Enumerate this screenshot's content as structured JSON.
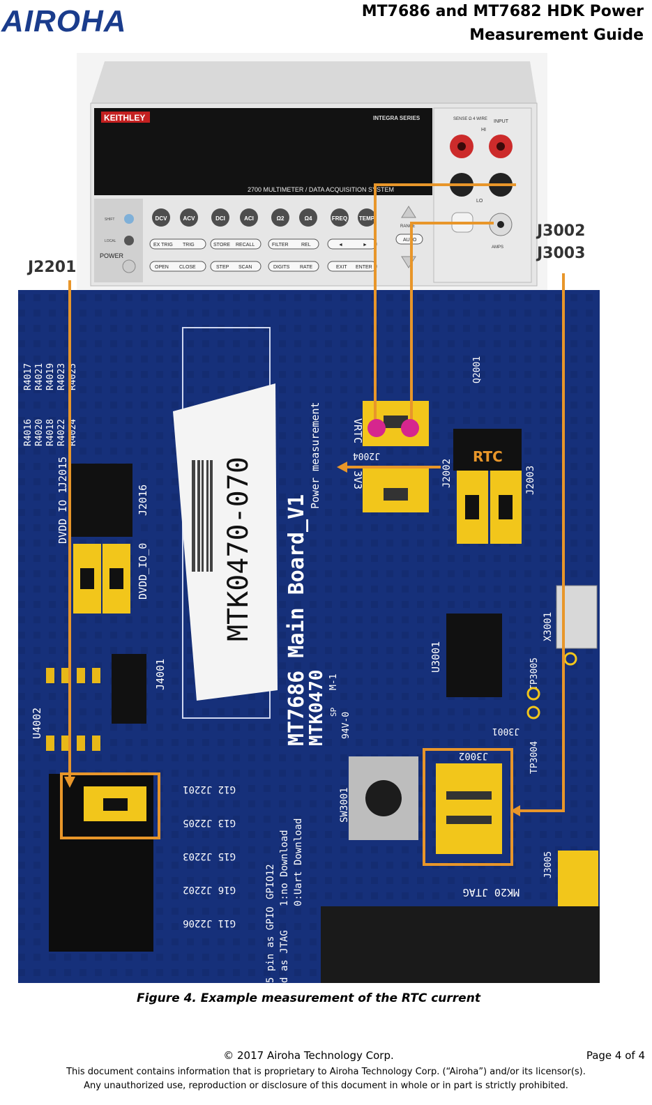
{
  "header": {
    "logo_text": "AIROHA",
    "title_line1": "MT7686 and MT7682 HDK Power",
    "title_line2": "Measurement Guide"
  },
  "figure": {
    "meter": {
      "brand": "KEITHLEY",
      "series": "INTEGRA SERIES",
      "model": "2700  MULTIMETER / DATA ACQUISITION SYSTEM",
      "buttons": [
        "DCV",
        "ACV",
        "DCI",
        "ACI",
        "Ω2",
        "Ω4",
        "FREQ",
        "TEMP"
      ],
      "keys_row1": [
        "EX TRIG",
        "TRIG",
        "STORE",
        "RECALL",
        "FILTER",
        "REL",
        "◄",
        "►"
      ],
      "keys_row2": [
        "OPEN",
        "CLOSE",
        "STEP",
        "SCAN",
        "DIGITS",
        "RATE",
        "EXIT",
        "ENTER"
      ],
      "power_label": "POWER",
      "shift_label": "SHIFT",
      "local_label": "LOCAL",
      "sense_label": "SENSE Ω 4 WIRE",
      "input_label": "INPUT",
      "hi_label": "HI",
      "lo_label": "LO",
      "amps_label": "AMPS",
      "range_label": "RANGE",
      "auto_label": "AUTO"
    },
    "callouts": {
      "j2201": "J2201",
      "j3002": "J3002",
      "j3003": "J3003",
      "rtc": "RTC"
    },
    "board": {
      "sticker": "MTK0470-070",
      "main_board_line1": "MT7686 Main Board_V1",
      "main_board_line2": "MTK0470",
      "power_meas": "Power measurement",
      "vrtc": "VRTC",
      "j2004": "J2004",
      "v3v3": "3V3",
      "j2002": "J2002",
      "j2003": "J2003",
      "q2001": "Q2001",
      "dvdd1": "DVDD_IO_1",
      "j2015": "J2015",
      "dvdd0": "DVDD_IO_0",
      "j2016": "J2016",
      "u3001": "U3001",
      "x3001": "X3001",
      "tp3005": "TP3005",
      "tp3004": "TP3004",
      "j3001": "J3001",
      "j3002": "J3002",
      "sw3001": "SW3001",
      "j3005": "J3005",
      "u4002": "U4002",
      "j4001": "J4001",
      "mk20": "MK20 JTAG",
      "gpio12": "GPIO12",
      "gpio_l1": "1:no Download",
      "gpio_l2": "0:Uart Download",
      "gpio_note": "5 pin as GPIO",
      "jtag_note": "d as JTAG",
      "sp": "SP",
      "m1": "M-1",
      "v0": "94V-0",
      "jumpers": [
        "G12 J2201",
        "G13 J2205",
        "G15 J2203",
        "G16 J2202",
        "G11 J2206"
      ],
      "res_col1": [
        "R4016",
        "R4020",
        "R4018",
        "R4022",
        "R4024"
      ],
      "res_col2": [
        "R4017",
        "R4021",
        "R4019",
        "R4023",
        "R4025"
      ]
    }
  },
  "caption": "Figure 4. Example measurement of the RTC current",
  "footer": {
    "copyright": "© 2017 Airoha Technology Corp.",
    "page": "Page 4 of 4",
    "note1": "This document contains information that is proprietary to Airoha Technology Corp. (“Airoha”) and/or its licensor(s).",
    "note2": "Any unauthorized use, reproduction or disclosure of this document in whole or in part is strictly prohibited."
  },
  "colors": {
    "brand_blue": "#1a3c8c",
    "pcb_blue": "#16307a",
    "jumper_yellow": "#f2c61b",
    "callout_orange": "#e8962a",
    "probe_magenta": "#d6268e"
  }
}
